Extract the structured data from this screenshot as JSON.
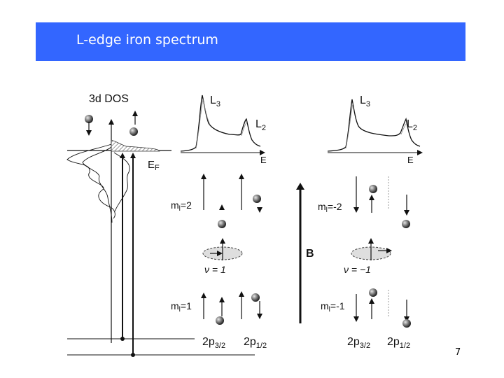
{
  "slide": {
    "title": "L-edge iron spectrum",
    "page_number": "7",
    "title_bar_color": "#3366ff"
  },
  "figure": {
    "dos_title": "3d DOS",
    "fermi_label_main": "E",
    "fermi_label_sub": "F",
    "spectrum_left": {
      "l3_main": "L",
      "l3_sub": "3",
      "l2_main": "L",
      "l2_sub": "2",
      "axis_label": "E"
    },
    "spectrum_right": {
      "l3_main": "L",
      "l3_sub": "3",
      "l2_main": "L",
      "l2_sub": "2",
      "axis_label": "E"
    },
    "field_label": "B",
    "left_panel": {
      "upper_label_pre": "m",
      "upper_label_sub": "l",
      "upper_label_post": "=2",
      "lower_label_pre": "m",
      "lower_label_sub": "l",
      "lower_label_post": "=1",
      "nu_label": "ν = 1",
      "level_a_main": "2p",
      "level_a_sub": "3/2",
      "level_b_main": "2p",
      "level_b_sub": "1/2"
    },
    "right_panel": {
      "upper_label_pre": "m",
      "upper_label_sub": "l",
      "upper_label_post": "=-2",
      "lower_label_pre": "m",
      "lower_label_sub": "l",
      "lower_label_post": "=-1",
      "nu_label": "ν = −1",
      "level_a_main": "2p",
      "level_a_sub": "3/2",
      "level_b_main": "2p",
      "level_b_sub": "1/2"
    }
  }
}
